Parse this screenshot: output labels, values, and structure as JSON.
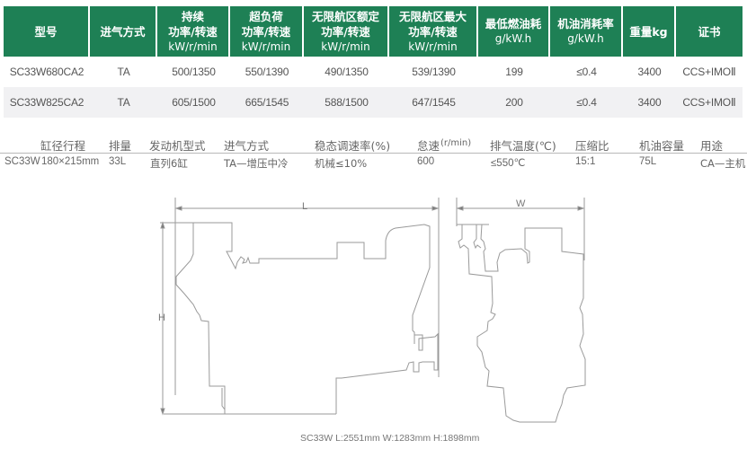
{
  "spec_table": {
    "header_color": "#1e8055",
    "columns": [
      {
        "title": "型号",
        "sub": "",
        "unit": ""
      },
      {
        "title": "进气方式",
        "sub": "",
        "unit": ""
      },
      {
        "title": "持续",
        "sub": "功率/转速",
        "unit": "kW/r/min"
      },
      {
        "title": "超负荷",
        "sub": "功率/转速",
        "unit": "kW/r/min"
      },
      {
        "title": "无限航区额定",
        "sub": "功率/转速",
        "unit": "kW/r/min"
      },
      {
        "title": "无限航区最大",
        "sub": "功率/转速",
        "unit": "kW/r/min"
      },
      {
        "title": "最低燃油耗",
        "sub": "",
        "unit": "g/kW.h"
      },
      {
        "title": "机油消耗率",
        "sub": "",
        "unit": "g/kW.h"
      },
      {
        "title": "重量kg",
        "sub": "",
        "unit": ""
      },
      {
        "title": "证书",
        "sub": "",
        "unit": ""
      }
    ],
    "rows": [
      [
        "SC33W680CA2",
        "TA",
        "500/1350",
        "550/1390",
        "490/1350",
        "539/1390",
        "199",
        "≤0.4",
        "3400",
        "CCS+IMOⅡ"
      ],
      [
        "SC33W825CA2",
        "TA",
        "605/1500",
        "665/1545",
        "588/1500",
        "647/1545",
        "200",
        "≤0.4",
        "3400",
        "CCS+IMOⅡ"
      ]
    ]
  },
  "parameters": {
    "headers": [
      "缸径行程",
      "排量",
      "发动机型式",
      "进气方式",
      "稳态调速率(%)",
      "怠速",
      "(r/min)",
      "排气温度(℃)",
      "压缩比",
      "机油容量",
      "用途"
    ],
    "values": [
      "SC33W",
      "180×215mm",
      "33L",
      "直列6缸",
      "TA—增压中冷",
      "机械≤10%",
      "600",
      "≤550℃",
      "15:1",
      "75L",
      "CA—主机"
    ]
  },
  "drawing": {
    "side_view_dim_length": "L",
    "side_view_dim_height": "H",
    "front_view_dim_width": "W",
    "caption": "SC33W  L:2551mm W:1283mm H:1898mm"
  }
}
